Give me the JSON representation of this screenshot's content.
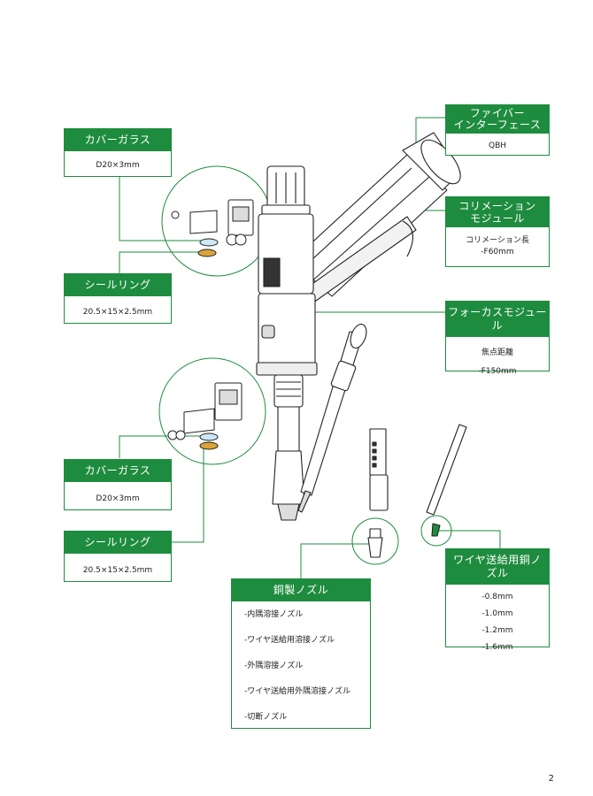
{
  "page_number": "2",
  "accent_color": "#1e8c3e",
  "callouts": {
    "cover_glass_top": {
      "title": "カバーガラス",
      "lines": [
        "D20×3mm"
      ]
    },
    "seal_ring_top": {
      "title": "シールリング",
      "lines": [
        "20.5×15×2.5mm"
      ]
    },
    "cover_glass_bottom": {
      "title": "カバーガラス",
      "lines": [
        "D20×3mm"
      ]
    },
    "seal_ring_bottom": {
      "title": "シールリング",
      "lines": [
        "20.5×15×2.5mm"
      ]
    },
    "fiber_interface": {
      "title_lines": [
        "ファイバー",
        "インターフェース"
      ],
      "lines": [
        "QBH"
      ]
    },
    "collimation_module": {
      "title_lines": [
        "コリメーション",
        "モジュール"
      ],
      "lines": [
        "コリメーション長",
        "-F60mm"
      ]
    },
    "focus_module": {
      "title": "フォーカスモジュール",
      "lines": [
        "焦点距離",
        "-F150mm"
      ]
    },
    "wire_feed_nozzle": {
      "title": "ワイヤ送給用銅ノズル",
      "lines": [
        "-0.8mm",
        "-1.0mm",
        "-1.2mm",
        "-1.6mm"
      ]
    },
    "copper_nozzle": {
      "title": "銅製ノズル",
      "lines": [
        "-内隅溶接ノズル",
        "-ワイヤ送給用溶接ノズル",
        "-外隅溶接ノズル",
        "-ワイヤ送給用外隅溶接ノズル",
        "-切断ノズル"
      ]
    }
  }
}
